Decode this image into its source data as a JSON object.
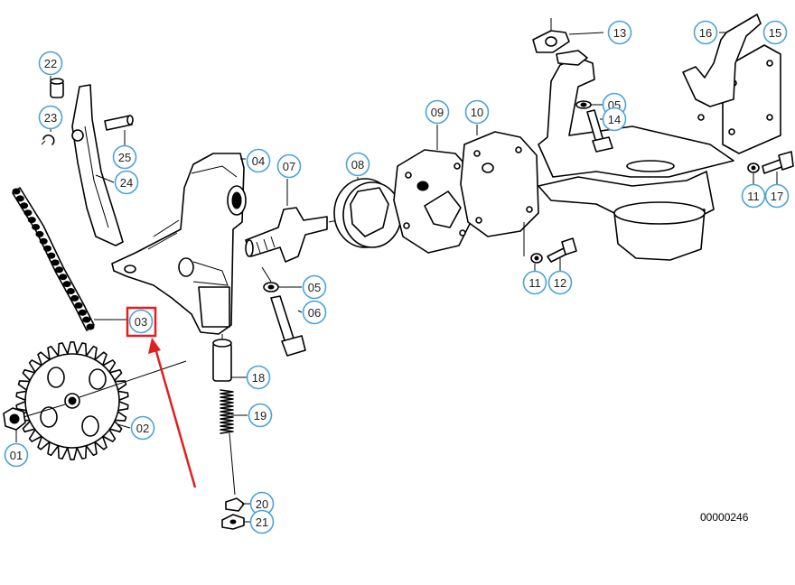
{
  "callouts": [
    {
      "id": "c01",
      "label": "01"
    },
    {
      "id": "c02",
      "label": "02"
    },
    {
      "id": "c03",
      "label": "03"
    },
    {
      "id": "c04",
      "label": "04"
    },
    {
      "id": "c05a",
      "label": "05"
    },
    {
      "id": "c05b",
      "label": "05"
    },
    {
      "id": "c06",
      "label": "06"
    },
    {
      "id": "c07",
      "label": "07"
    },
    {
      "id": "c08",
      "label": "08"
    },
    {
      "id": "c09",
      "label": "09"
    },
    {
      "id": "c10",
      "label": "10"
    },
    {
      "id": "c11a",
      "label": "11"
    },
    {
      "id": "c11b",
      "label": "11"
    },
    {
      "id": "c12",
      "label": "12"
    },
    {
      "id": "c13",
      "label": "13"
    },
    {
      "id": "c14",
      "label": "14"
    },
    {
      "id": "c15",
      "label": "15"
    },
    {
      "id": "c16",
      "label": "16"
    },
    {
      "id": "c17",
      "label": "17"
    },
    {
      "id": "c18",
      "label": "18"
    },
    {
      "id": "c19",
      "label": "19"
    },
    {
      "id": "c20",
      "label": "20"
    },
    {
      "id": "c21",
      "label": "21"
    },
    {
      "id": "c22",
      "label": "22"
    },
    {
      "id": "c23",
      "label": "23"
    },
    {
      "id": "c24",
      "label": "24"
    },
    {
      "id": "c25",
      "label": "25"
    }
  ],
  "highlight": {
    "callout": "03",
    "box_color": "#e02020",
    "arrow_color": "#e02020"
  },
  "callout_color": "#4aa3d9",
  "diagram_id": "00000246"
}
